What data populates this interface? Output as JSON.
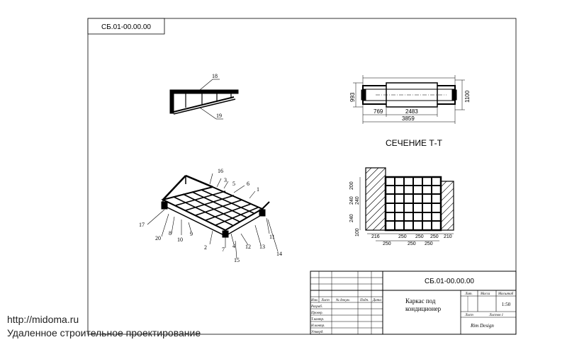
{
  "drawing_code_top": "СБ.01-00.00.00",
  "section_title": "СЕЧЕНИЕ Т-Т",
  "title_block": {
    "code": "СБ.01-00.00.00",
    "name_line1": "Каркас под",
    "name_line2": "кондиционер",
    "scale": "1:50",
    "company": "Rim Design",
    "headers": {
      "lit": "Лит.",
      "mass": "Масса",
      "scale_h": "Масштаб",
      "sheet": "Лист",
      "sheets": "Листов 1"
    },
    "rows": {
      "izm": "Изм.",
      "list": "Лист",
      "ndok": "№ докум.",
      "podp": "Подп.",
      "data": "Дата",
      "razrab": "Разраб.",
      "prov": "Провер.",
      "tkontr": "Т.контр.",
      "nkontr": "Н.контр.",
      "utv": "Утверд."
    }
  },
  "top_view": {
    "dims": {
      "d769": "769",
      "d2483": "2483",
      "d3859": "3859",
      "d993": "993",
      "d1100": "1100"
    }
  },
  "section_dims": {
    "left": [
      "200",
      "240",
      "240",
      "240",
      "100"
    ],
    "bottom1": [
      "216",
      "250",
      "250",
      "250",
      "210"
    ],
    "bottom2": [
      "250",
      "250",
      "250"
    ]
  },
  "side_labels": {
    "l18": "18",
    "l19": "19"
  },
  "iso_labels": [
    "16",
    "3",
    "5",
    "6",
    "1",
    "17",
    "20",
    "8",
    "10",
    "9",
    "2",
    "7",
    "4",
    "12",
    "13",
    "15",
    "11",
    "14"
  ],
  "footer": {
    "url": "http://midoma.ru",
    "tagline": "Удаленное строительное проектирование"
  }
}
